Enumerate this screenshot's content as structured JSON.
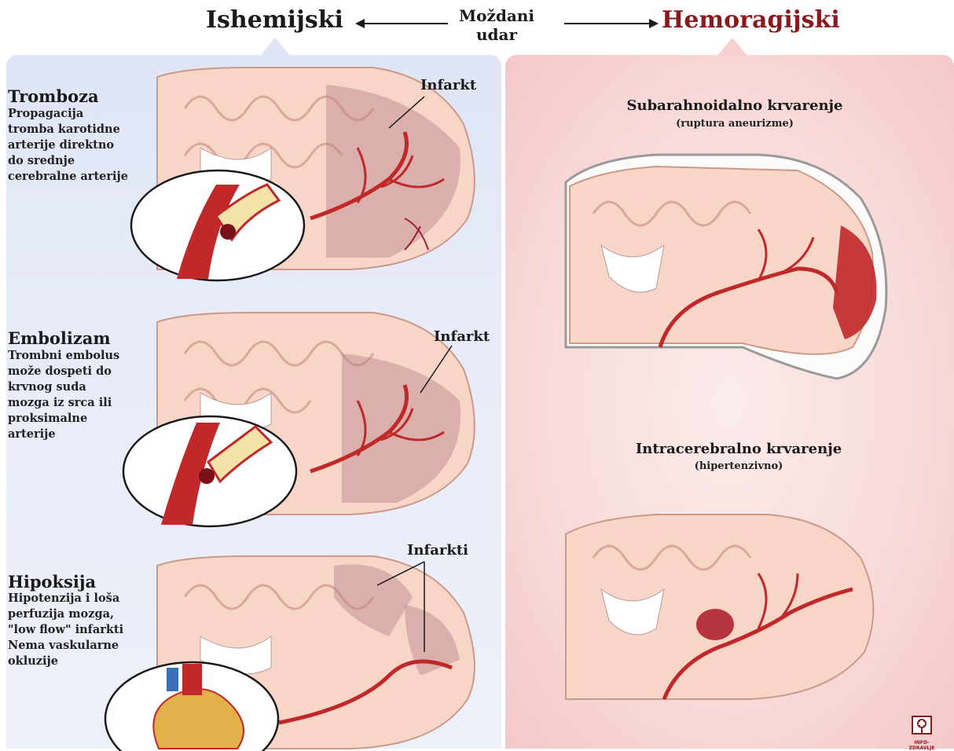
{
  "header": {
    "left_label": "Ishemijski",
    "center_line1": "Moždani",
    "center_line2": "udar",
    "right_label": "Hemoragijski"
  },
  "ischemic": {
    "sections": [
      {
        "title": "Tromboza",
        "desc": [
          "Propagacija",
          "tromba karotidne",
          "arterije direktno",
          "do srednje",
          "cerebralne arterije"
        ],
        "infarct_label": "Infarkt"
      },
      {
        "title": "Embolizam",
        "desc": [
          "Trombni embolus",
          "može dospeti do",
          "krvnog suda",
          "mozga iz srca ili",
          "proksimalne",
          "arterije"
        ],
        "infarct_label": "Infarkt"
      },
      {
        "title": "Hipoksija",
        "desc": [
          "Hipotenzija i loša",
          "perfuzija mozga,",
          "\"low flow\" infarkti",
          "Nema vaskularne",
          "okluzije"
        ],
        "infarct_label": "Infarkti"
      }
    ]
  },
  "hemorrhagic": {
    "sections": [
      {
        "title": "Subarahnoidalno krvarenje",
        "subtitle": "(ruptura aneurizme)"
      },
      {
        "title": "Intracerebralno krvarenje",
        "subtitle": "(hipertenzivno)"
      }
    ]
  },
  "logo": {
    "text": "INFO-ZDRAVLJE",
    "icon": "medical-cross-icon"
  },
  "colors": {
    "ischemic_panel": "#dfe5f6",
    "hemorrhagic_panel": "#f8dad9",
    "hemorrhagic_title": "#8b1a1f",
    "artery": "#c0282a",
    "brain_tissue": "#f7d6c8",
    "infarct_shade": "#b7838a"
  }
}
